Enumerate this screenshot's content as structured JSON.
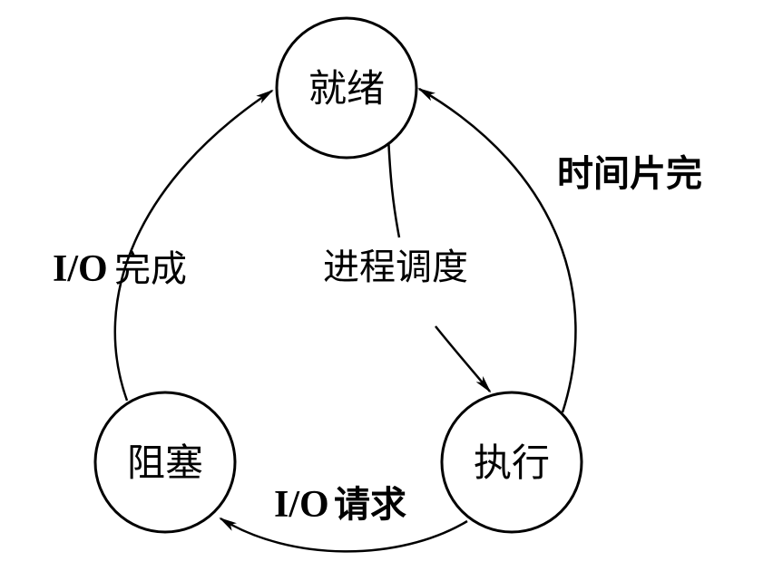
{
  "states": {
    "ready": "就绪",
    "running": "执行",
    "blocked": "阻塞"
  },
  "transitions": {
    "ready_to_running": "进程调度",
    "running_to_ready": "时间片完",
    "running_to_blocked_prefix": "I/O",
    "running_to_blocked_suffix": "请求",
    "blocked_to_ready_prefix": "I/O",
    "blocked_to_ready_suffix": "完成"
  }
}
